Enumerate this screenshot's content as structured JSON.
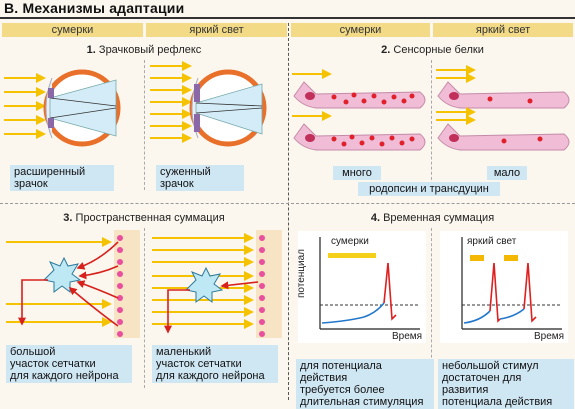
{
  "title": "В. Механизмы адаптации",
  "headers": {
    "dusk": "сумерки",
    "bright": "яркий свет"
  },
  "panels": {
    "p1": {
      "number": "1.",
      "title": "Зрачковый рефлекс",
      "caption_left": [
        "расширенный",
        "зрачок"
      ],
      "caption_right": [
        "суженный",
        "зрачок"
      ]
    },
    "p2": {
      "number": "2.",
      "title": "Сенсорные белки",
      "label_many": "много",
      "label_few": "мало",
      "caption": "родопсин и трансдуцин"
    },
    "p3": {
      "number": "3.",
      "title": "Пространственная суммация",
      "caption_left": [
        "большой",
        "участок сетчатки",
        "для каждого нейрона"
      ],
      "caption_right": [
        "маленький",
        "участок сетчатки",
        "для каждого нейрона"
      ]
    },
    "p4": {
      "number": "4.",
      "title": "Временная суммация",
      "graph_left_label": "сумерки",
      "graph_right_label": "яркий свет",
      "y_axis": "потенциал",
      "x_axis": "Время",
      "caption_left": [
        "для потенциала действия",
        "требуется более",
        "длительная стимуляция"
      ],
      "caption_right": [
        "небольшой стимул",
        "достаточен для развития",
        "потенциала действия"
      ]
    }
  },
  "colors": {
    "header": "#f2da86",
    "arrow": "#f5c200",
    "eye": "#e8702a",
    "caption_bg": "#cfe6f3",
    "cell": "#f0bcd6",
    "dot": "#e0202a",
    "neuron": "#bfe8f5",
    "curve_blue": "#2277cc",
    "spike_red": "#e02020"
  }
}
